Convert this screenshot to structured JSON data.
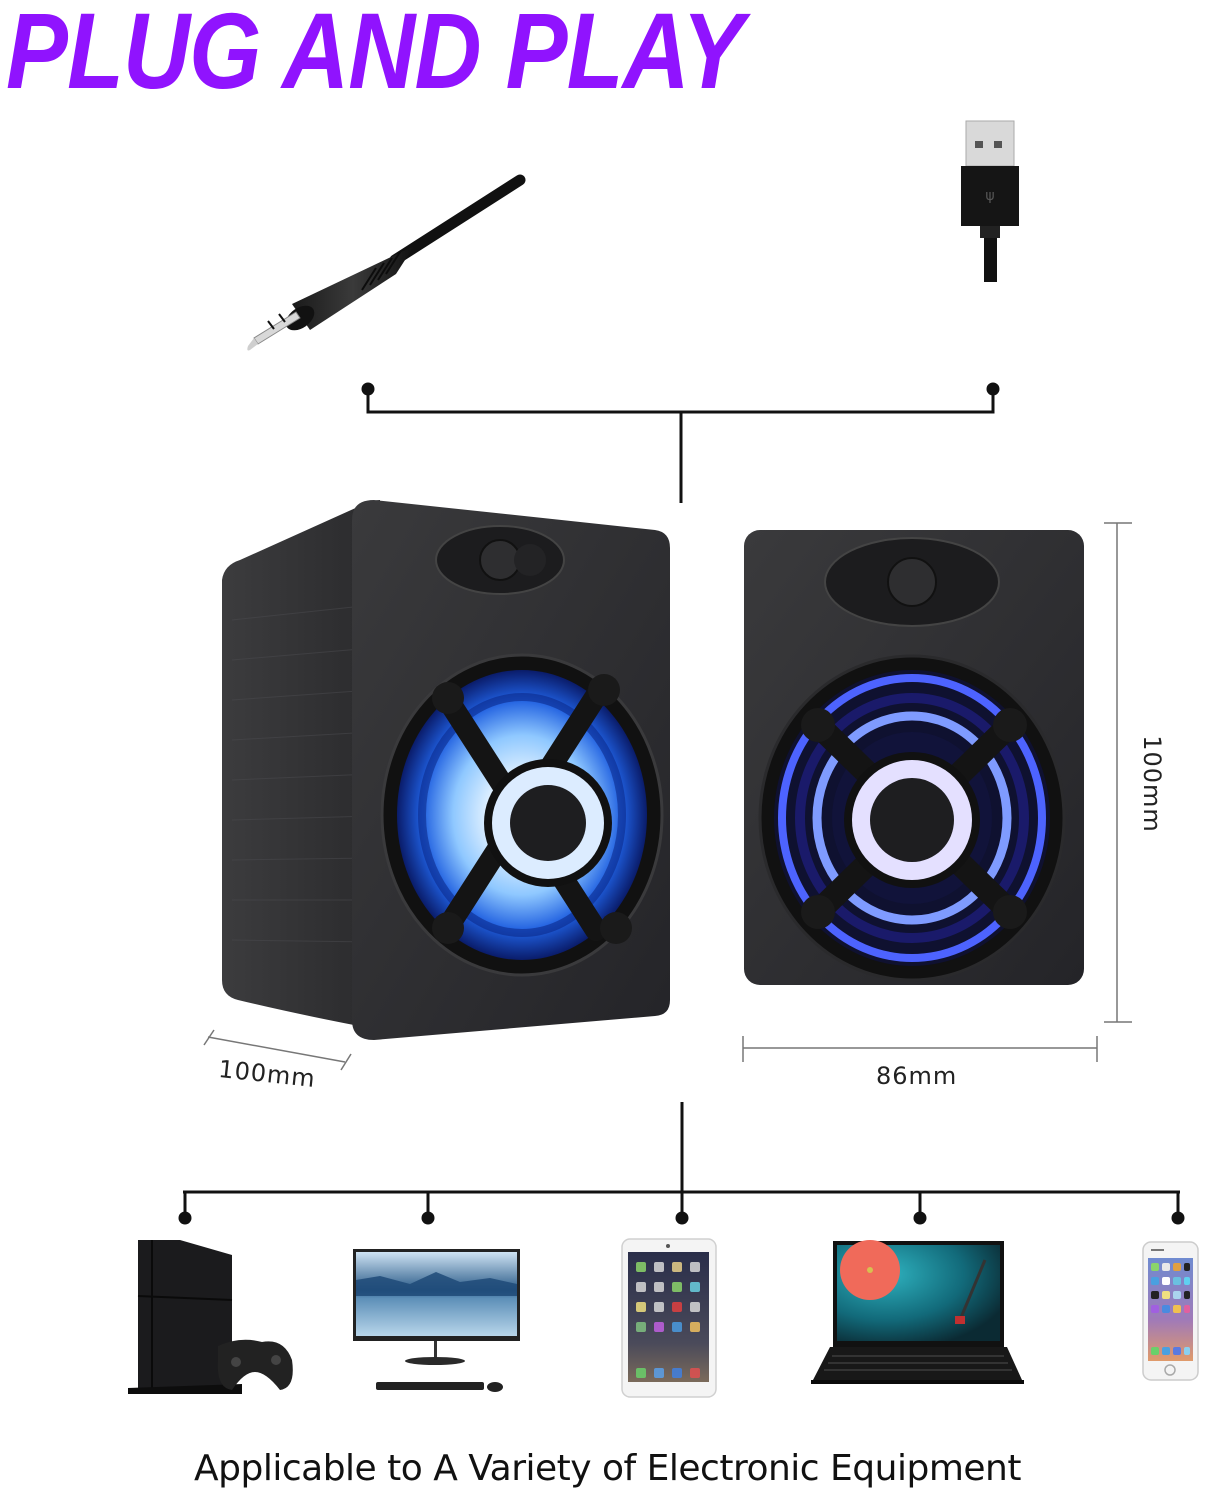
{
  "header": {
    "title": "PLUG AND PLAY",
    "title_color": "#9013fe"
  },
  "cables": [
    {
      "name": "3.5mm audio jack",
      "icon": "audio-jack-icon"
    },
    {
      "name": "USB-A power plug",
      "icon": "usb-plug-icon"
    }
  ],
  "product": {
    "name": "LED desktop speakers (pair)",
    "accent_color": "#2a5bff",
    "dimensions": {
      "depth": "100mm",
      "width": "86mm",
      "height": "100mm"
    }
  },
  "devices": [
    {
      "name": "Game console",
      "icon": "game-console-icon"
    },
    {
      "name": "Desktop monitor",
      "icon": "desktop-monitor-icon"
    },
    {
      "name": "Tablet",
      "icon": "tablet-icon"
    },
    {
      "name": "Laptop",
      "icon": "laptop-icon"
    },
    {
      "name": "Smartphone",
      "icon": "smartphone-icon"
    }
  ],
  "footer": {
    "caption": "Applicable to A Variety of Electronic Equipment"
  }
}
